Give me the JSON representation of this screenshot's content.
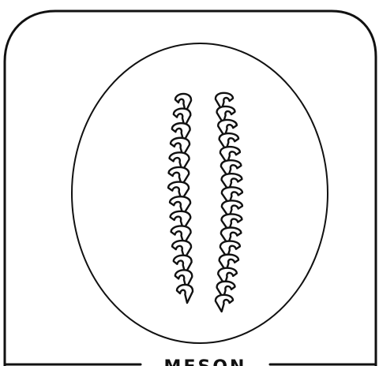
{
  "caption": "MESON",
  "colors": {
    "ink": "#111111",
    "paper": "#ffffff"
  },
  "icons": {
    "frame": "rounded-square-frame",
    "outline": "oval-outline",
    "marks": "hook-shaped-marks"
  },
  "left_row_marks": 14,
  "right_row_marks": 16
}
